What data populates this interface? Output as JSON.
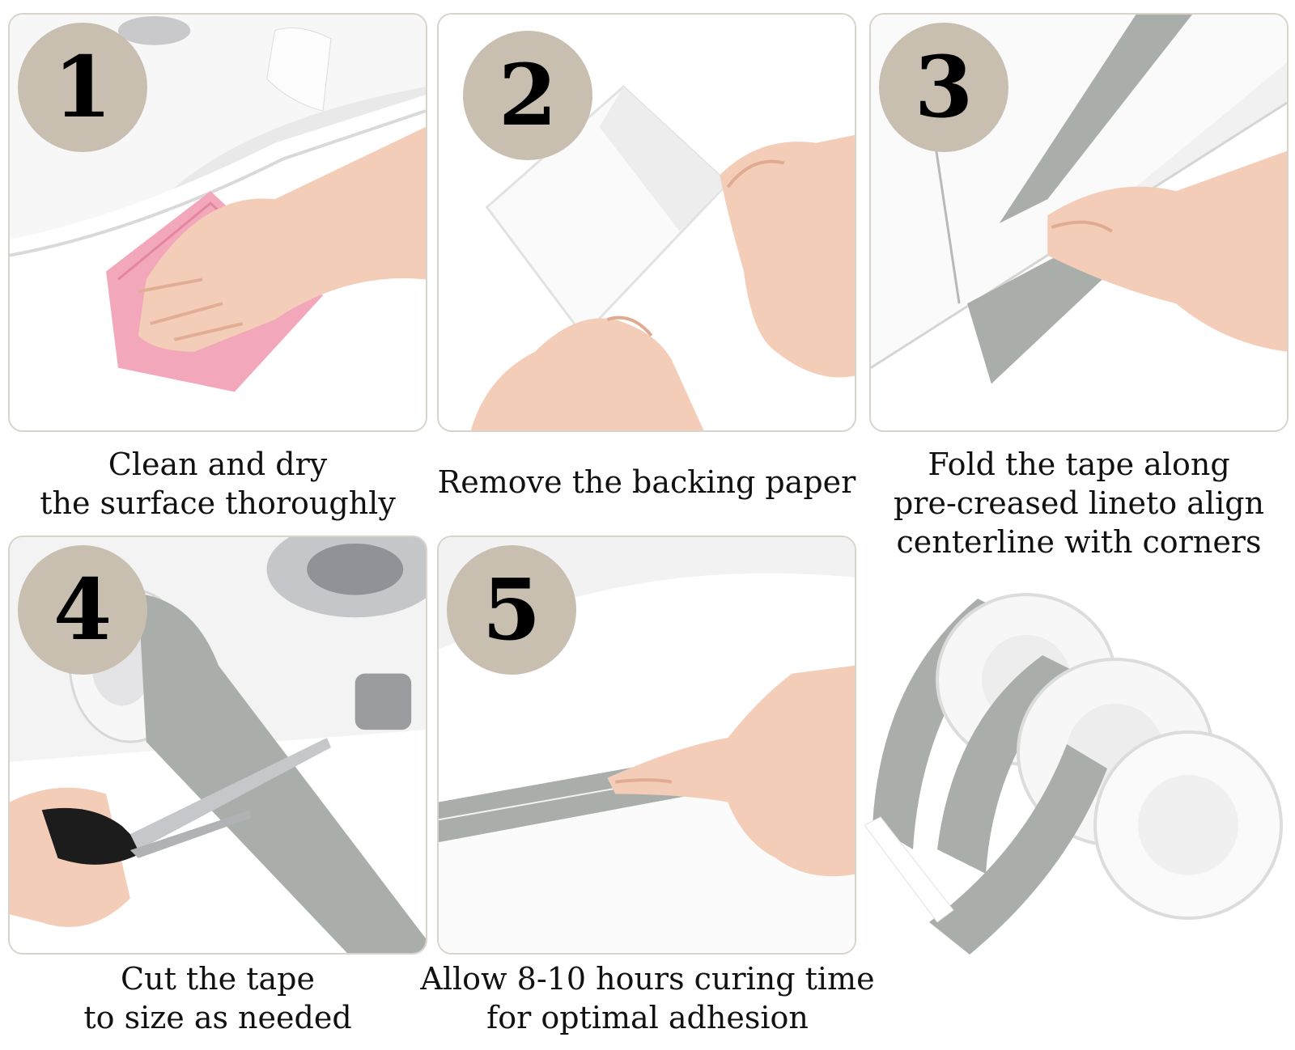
{
  "steps": [
    {
      "number": "1",
      "caption_lines": [
        "Clean and dry",
        "the surface thoroughly"
      ]
    },
    {
      "number": "2",
      "caption_lines": [
        "Remove the backing paper"
      ]
    },
    {
      "number": "3",
      "caption_lines": [
        "Fold the tape along",
        "pre-creased lineto align",
        "centerline with corners"
      ]
    },
    {
      "number": "4",
      "caption_lines": [
        "Cut the tape",
        "to size as needed"
      ]
    },
    {
      "number": "5",
      "caption_lines": [
        "Allow 8-10 hours curing time",
        "for optimal adhesion"
      ]
    }
  ],
  "colors": {
    "badge": "#c8bfb0",
    "panel_border": "#d8d3cb",
    "tape_marble": "#a9aeab",
    "cloth": "#f2a7bb",
    "skin": "#f3cdb8"
  }
}
